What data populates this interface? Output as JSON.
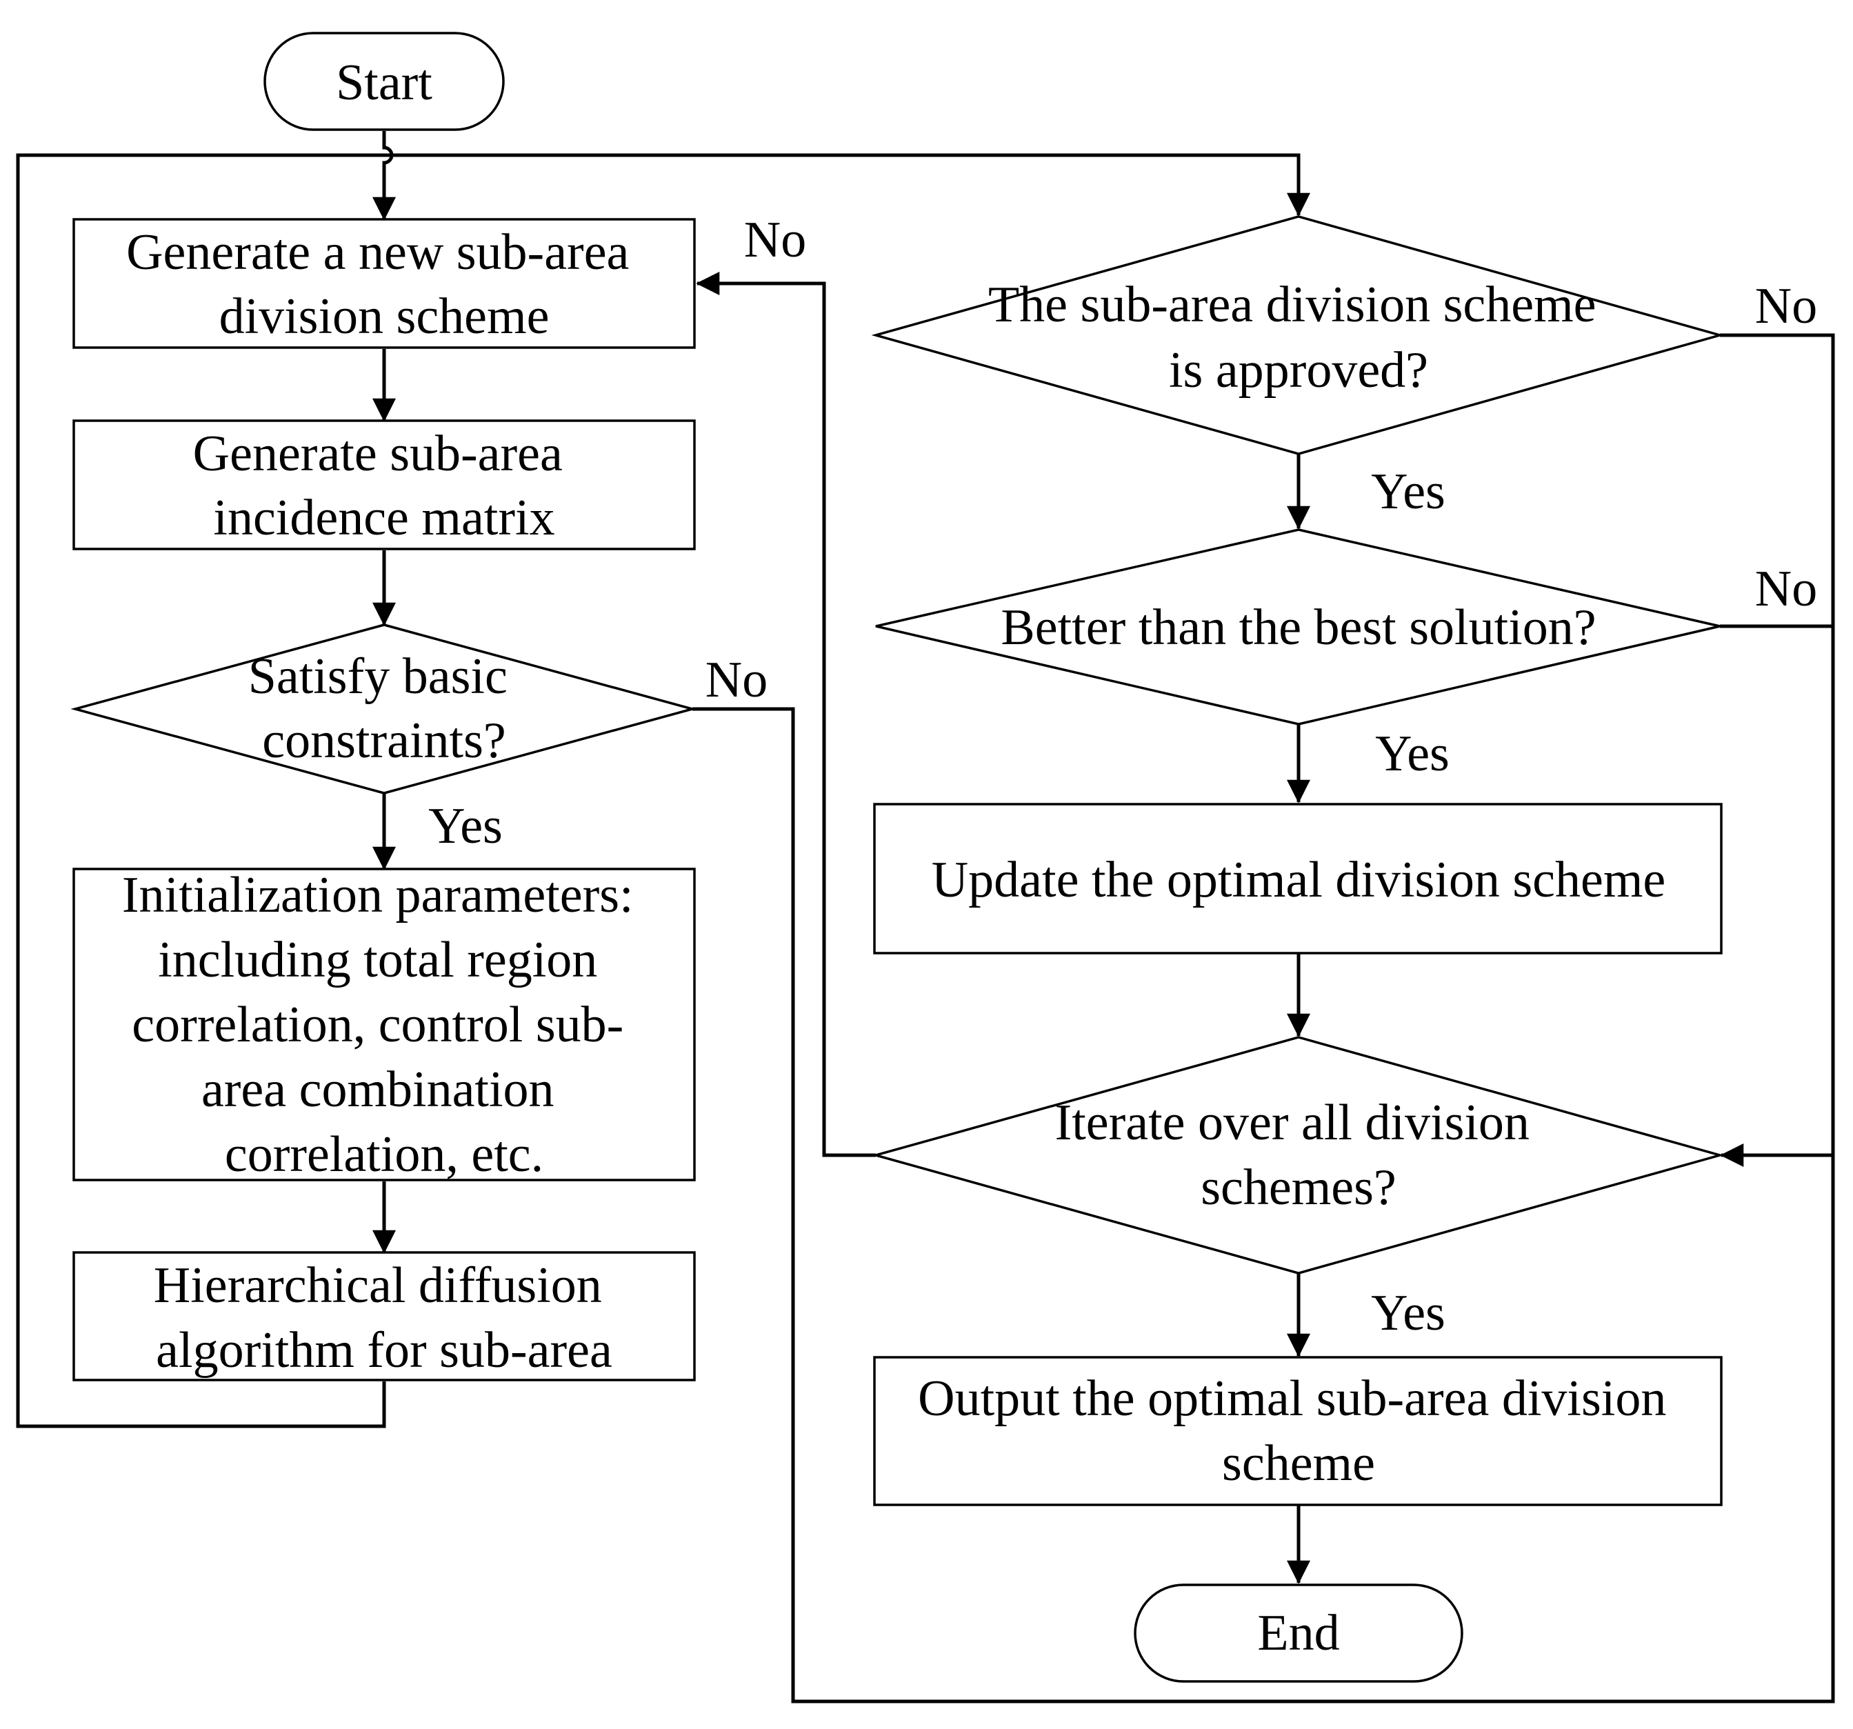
{
  "nodes": {
    "start": "Start",
    "generate_scheme": [
      "Generate a new sub-area",
      "division scheme"
    ],
    "incidence_matrix": [
      "Generate sub-area",
      "incidence matrix"
    ],
    "basic_constraints": [
      "Satisfy basic",
      "constraints?"
    ],
    "init_params": [
      "Initialization parameters:",
      "including total region",
      "correlation, control sub-",
      "area combination",
      "correlation, etc."
    ],
    "diffusion": [
      "Hierarchical diffusion",
      "algorithm for sub-area"
    ],
    "approved": [
      "The sub-area division scheme",
      "is approved?"
    ],
    "better": [
      "Better than the best solution?"
    ],
    "update": [
      "Update the optimal division scheme"
    ],
    "iterate": [
      "Iterate over all division",
      "schemes?"
    ],
    "output": [
      "Output the optimal sub-area division",
      "scheme"
    ],
    "end": "End"
  },
  "edge_labels": {
    "constraints_no": "No",
    "constraints_yes": "Yes",
    "iterate_no": "No",
    "approved_no": "No",
    "approved_yes": "Yes",
    "better_no": "No",
    "better_yes": "Yes",
    "iterate_yes": "Yes"
  }
}
